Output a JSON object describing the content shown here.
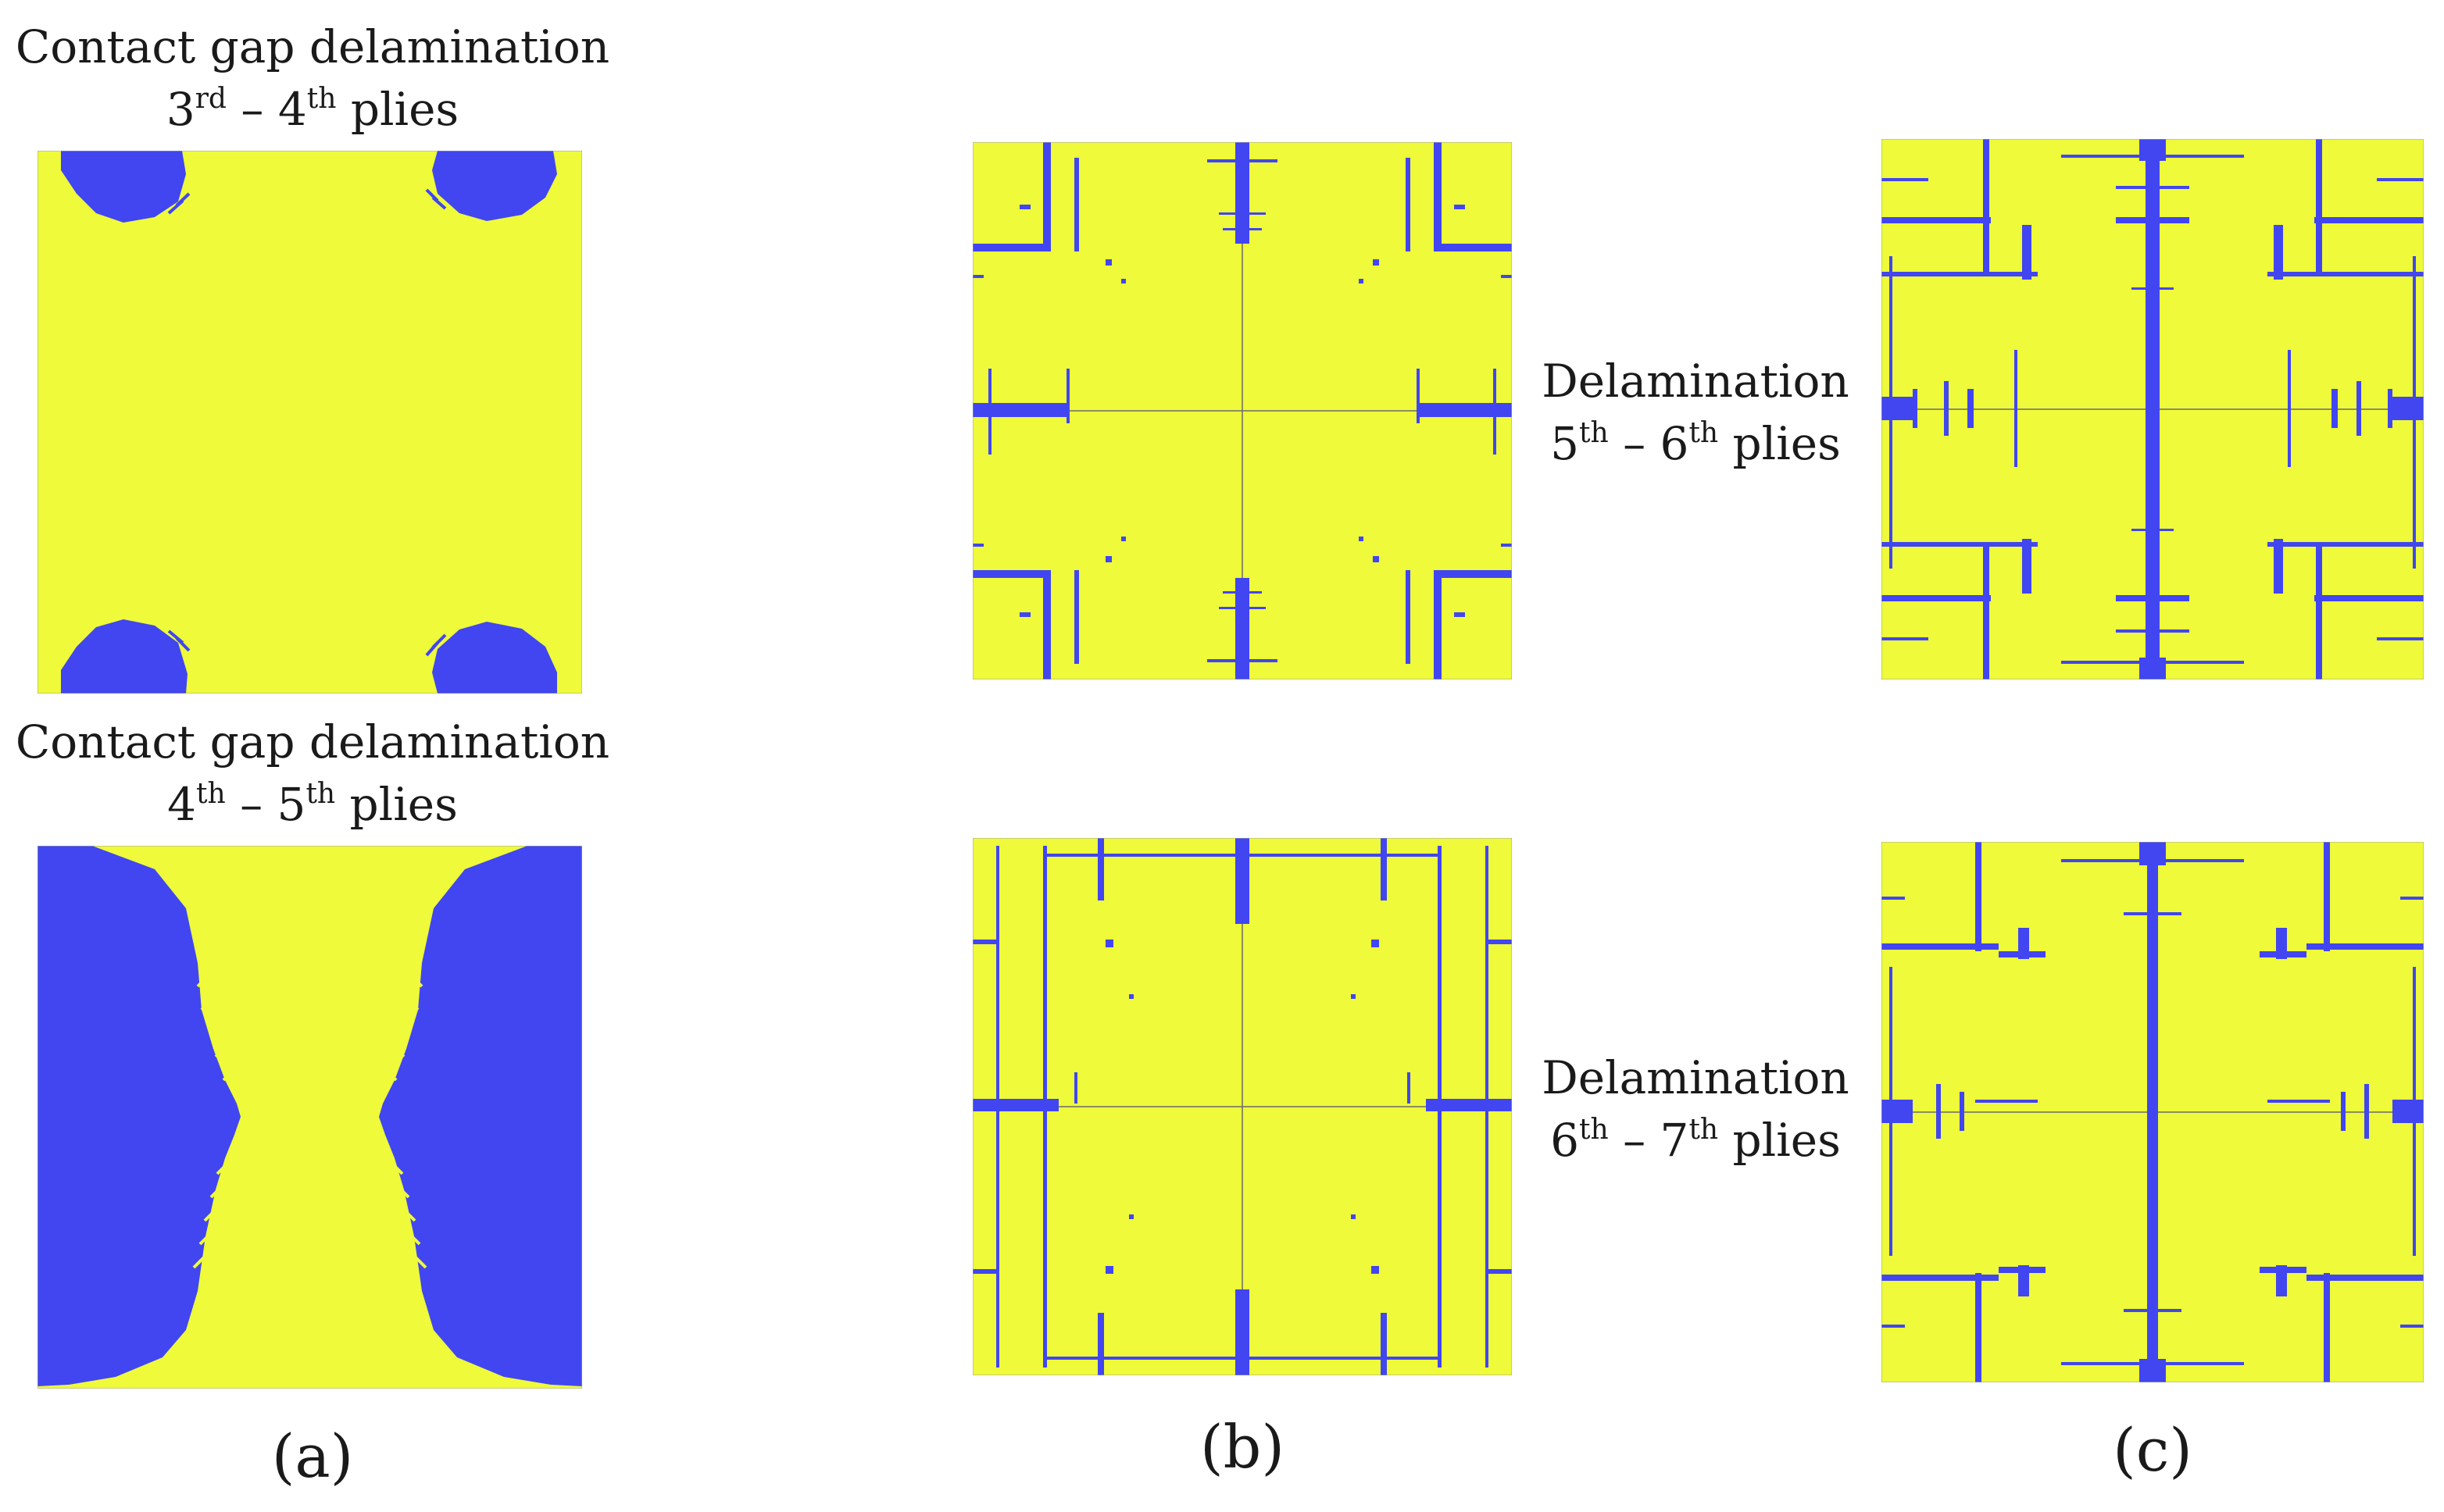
{
  "labels": {
    "a_top": {
      "title": "Contact gap delamination",
      "from_num": "3",
      "from_sup": "rd",
      "dash": " – ",
      "to_num": "4",
      "to_sup": "th",
      "suffix": " plies"
    },
    "a_bottom": {
      "title": "Contact gap delamination",
      "from_num": "4",
      "from_sup": "th",
      "dash": " – ",
      "to_num": "5",
      "to_sup": "th",
      "suffix": " plies"
    },
    "mid_top": {
      "title": "Delamination",
      "from_num": "5",
      "from_sup": "th",
      "dash": " – ",
      "to_num": "6",
      "to_sup": "th",
      "suffix": " plies"
    },
    "mid_bottom": {
      "title": "Delamination",
      "from_num": "6",
      "from_sup": "th",
      "dash": " – ",
      "to_num": "7",
      "to_sup": "th",
      "suffix": " plies"
    }
  },
  "captions": {
    "a": "(a)",
    "b": "(b)",
    "c": "(c)"
  },
  "colors": {
    "intact": "#eefa3a",
    "delaminated": "#4146f0",
    "border": "#a0a0a0",
    "centerline": "#6a6a6a"
  }
}
